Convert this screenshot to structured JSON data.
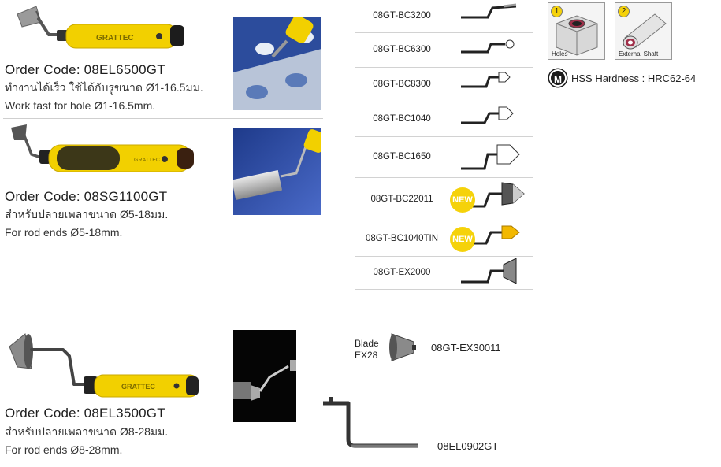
{
  "products": [
    {
      "order_code": "Order Code: 08EL6500GT",
      "thai": "ทำงานได้เร็ว ใช้ได้กับรูขนาด Ø1-16.5มม.",
      "english": "Work fast for hole  Ø1-16.5mm.",
      "handle_brand": "GRATTEC"
    },
    {
      "order_code": "Order Code: 08SG1100GT",
      "thai": "สำหรับปลายเพลาขนาด Ø5-18มม.",
      "english": "For rod ends Ø5-18mm.",
      "handle_brand": "GRATTEC"
    },
    {
      "order_code": "Order Code: 08EL3500GT",
      "thai": "สำหรับปลายเพลาขนาด Ø8-28มม.",
      "english": "For rod ends Ø8-28mm.",
      "handle_brand": "GRATTEC"
    }
  ],
  "blades": [
    {
      "code": "08GT-BC3200"
    },
    {
      "code": "08GT-BC6300"
    },
    {
      "code": "08GT-BC8300"
    },
    {
      "code": "08GT-BC1040"
    },
    {
      "code": "08GT-BC1650"
    },
    {
      "code": "08GT-BC22011",
      "badge": "NEW"
    },
    {
      "code": "08GT-BC1040TIN",
      "badge": "NEW"
    },
    {
      "code": "08GT-EX2000"
    }
  ],
  "application_icons": [
    {
      "number": "1",
      "caption": "Holes"
    },
    {
      "number": "2",
      "caption": "External Shaft"
    }
  ],
  "hardness": {
    "badge": "M",
    "text": "HSS Hardness : HRC62-64"
  },
  "accessories": {
    "blade_label_line1": "Blade",
    "blade_label_line2": "EX28",
    "blade_code": "08GT-EX30011",
    "crank_code": "08EL0902GT"
  },
  "colors": {
    "handle_yellow": "#f2d000",
    "handle_dark": "#1c1c1c",
    "new_badge": "#f5d20a",
    "photo_blue": "#2a4a9a"
  }
}
